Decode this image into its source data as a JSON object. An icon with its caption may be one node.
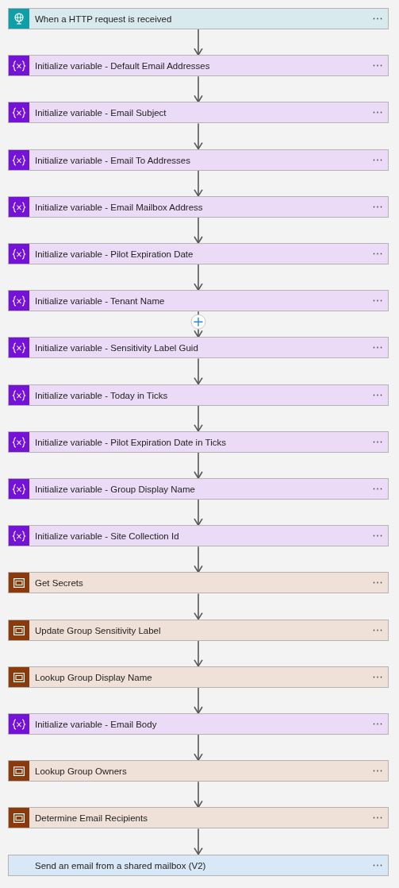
{
  "diagram": {
    "nodes": [
      {
        "text": [
          "When a HTTP request is received"
        ]
      },
      {
        "text": [
          "Initialize variable - Default Email Addresses"
        ]
      },
      {
        "text": [
          "Initialize variable - Email Subject"
        ]
      },
      {
        "text": [
          "Initialize variable - Email To Addresses"
        ]
      },
      {
        "text": [
          "Initialize variable - Email Mailbox Address"
        ]
      },
      {
        "text": [
          "Initialize variable - Pilot Expiration Date"
        ]
      },
      {
        "text": [
          "Initialize variable - Tenant Name"
        ]
      },
      {
        "text": [
          "Initialize variable - Sensitivity Label Guid"
        ]
      },
      {
        "text": [
          "Initialize variable - Today in Ticks"
        ]
      },
      {
        "text": [
          "Initialize variable - Pilot Expiration Date in Ticks"
        ]
      },
      {
        "text": [
          "Initialize variable - Group Display Name"
        ]
      },
      {
        "text": [
          "Initialize variable - Site Collection Id"
        ]
      },
      {
        "text": [
          "Get Secrets"
        ]
      },
      {
        "text": [
          "Update Group Sensitivity Label"
        ]
      },
      {
        "text": [
          "Lookup Group Display Name"
        ]
      },
      {
        "text": [
          "Initialize variable - Email Body"
        ]
      },
      {
        "text": [
          "Lookup Group Owners"
        ]
      },
      {
        "text": [
          "Determine Email Recipients"
        ]
      },
      {
        "text": [
          "Send an email from a shared mailbox (V2)"
        ]
      }
    ],
    "edges": [
      {
        "from": 0,
        "to": 1,
        "arrow": "to"
      },
      {
        "from": 1,
        "to": 2,
        "arrow": "to"
      },
      {
        "from": 2,
        "to": 3,
        "arrow": "to"
      },
      {
        "from": 3,
        "to": 4,
        "arrow": "to"
      },
      {
        "from": 4,
        "to": 5,
        "arrow": "to"
      },
      {
        "from": 5,
        "to": 6,
        "arrow": "to"
      },
      {
        "from": 6,
        "to": 7,
        "arrow": "to"
      },
      {
        "from": 7,
        "to": 8,
        "arrow": "to"
      },
      {
        "from": 8,
        "to": 9,
        "arrow": "to"
      },
      {
        "from": 9,
        "to": 10,
        "arrow": "to"
      },
      {
        "from": 10,
        "to": 11,
        "arrow": "to"
      },
      {
        "from": 11,
        "to": 12,
        "arrow": "to"
      },
      {
        "from": 12,
        "to": 13,
        "arrow": "to"
      },
      {
        "from": 13,
        "to": 14,
        "arrow": "to"
      },
      {
        "from": 14,
        "to": 15,
        "arrow": "to"
      },
      {
        "from": 15,
        "to": 16,
        "arrow": "to"
      },
      {
        "from": 16,
        "to": 17,
        "arrow": "to"
      },
      {
        "from": 17,
        "to": 18,
        "arrow": "to"
      }
    ]
  }
}
